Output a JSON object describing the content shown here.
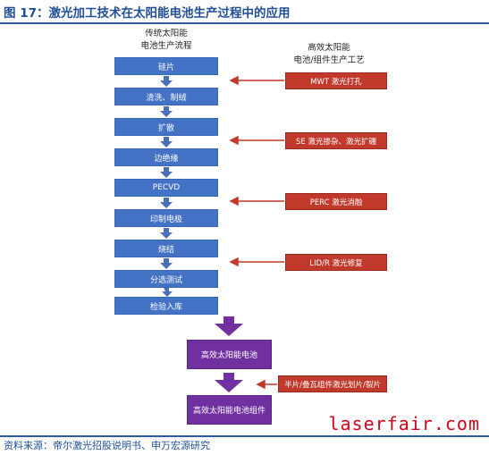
{
  "title": "图 17：激光加工技术在太阳能电池生产过程中的应用",
  "left_header": [
    "传统太阳能",
    "电池生产流程"
  ],
  "right_header": [
    "高效太阳能",
    "电池/组件生产工艺"
  ],
  "process_steps": [
    "硅片",
    "清洗、制绒",
    "扩散",
    "边绝缘",
    "PECVD",
    "印制电极",
    "烧结",
    "分选测试",
    "检验入库"
  ],
  "laser_processes": [
    "MWT 激光打孔",
    "SE 激光掺杂、激光扩硼",
    "PERC 激光消融",
    "LID/R 激光修复"
  ],
  "cell_output": "高效太阳能电池",
  "module_process": "半片/叠瓦组件激光划片/裂片",
  "module_output": "高效太阳能电池组件",
  "watermark": "laserfair.com",
  "source": "资料来源：帝尔激光招股说明书、申万宏源研究",
  "colors": {
    "title": "#1f4e96",
    "step_box": "#4472c4",
    "laser_box": "#c0392b",
    "output_box": "#7030a0",
    "arrow": "#4a6fb5",
    "watermark": "#d0021b"
  }
}
